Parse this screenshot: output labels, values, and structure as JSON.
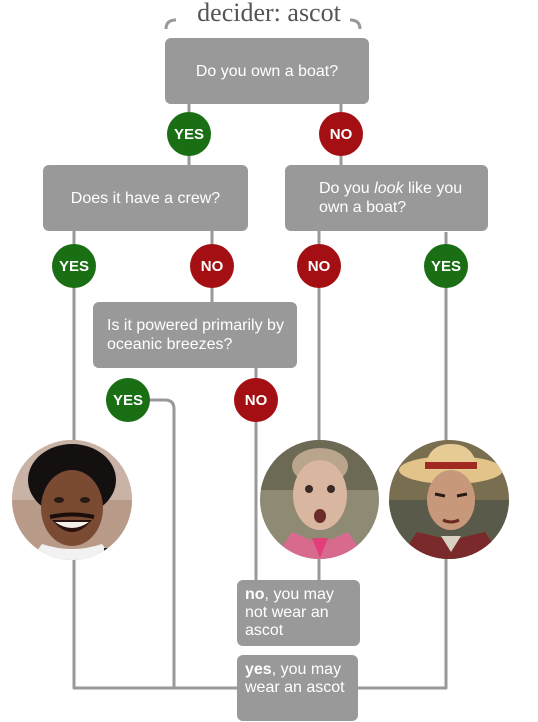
{
  "title": "decider: ascot",
  "q1": "Do you own a boat?",
  "q2": "Does it have a crew?",
  "q3": {
    "pre": "Do you ",
    "em": "look",
    "post": " like you own a boat?"
  },
  "q4": "Is it powered primarily by oceanic breezes?",
  "yes_label": "YES",
  "no_label": "NO",
  "result_no": {
    "bold": "no",
    "rest": ", you may not wear an ascot"
  },
  "result_yes": {
    "bold": "yes",
    "rest": ", you may wear an ascot"
  },
  "colors": {
    "yes": "#1a6e14",
    "no": "#a30f12",
    "box": "#999999",
    "line": "#999999"
  }
}
